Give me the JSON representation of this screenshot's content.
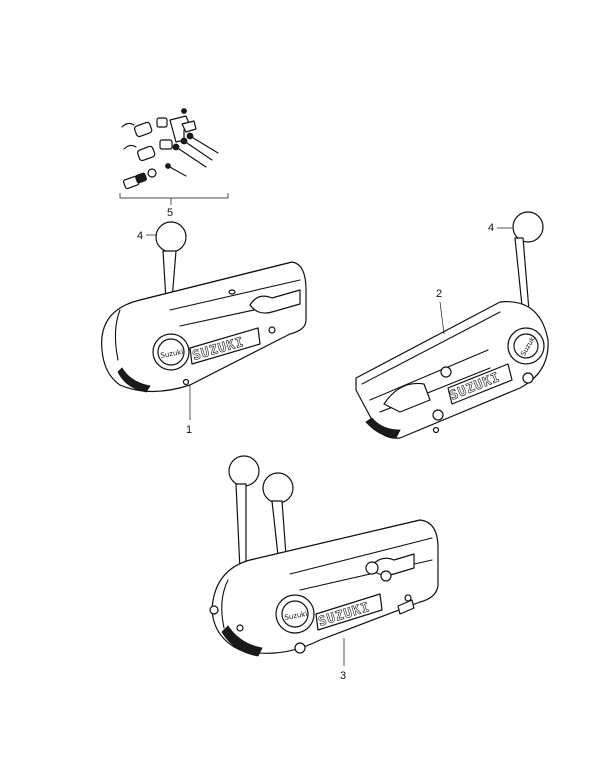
{
  "callouts": {
    "c1": "1",
    "c2": "2",
    "c3": "3",
    "c4a": "4",
    "c4b": "4",
    "c5": "5"
  },
  "brand": {
    "plate": "SUZUKI",
    "hub": "Suzuki"
  }
}
